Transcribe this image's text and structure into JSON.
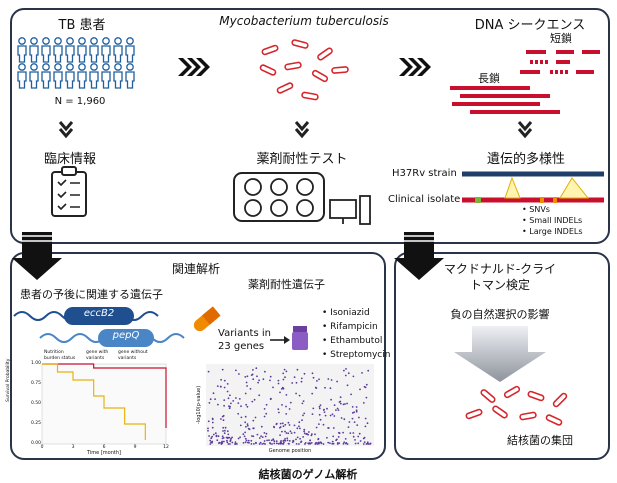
{
  "top": {
    "tb_patients": "TB 患者",
    "species": "Mycobacterium tuberculosis",
    "dna_seq": "DNA シークエンス",
    "short_reads": "短鎖",
    "long_reads": "長鎖",
    "n_count": "N = 1,960",
    "clinical_info": "臨床情報",
    "drug_test": "薬剤耐性テスト",
    "genetic_diversity": "遺伝的多様性",
    "h37rv": "H37Rv strain",
    "clinical_isolate": "Clinical isolate",
    "variants": [
      "SNVs",
      "Small INDELs",
      "Large INDELs"
    ]
  },
  "assoc": {
    "title": "関連解析",
    "prognosis_genes": "患者の予後に関連する遺伝子",
    "gene1": "eccB2",
    "gene2": "pepQ",
    "resistance_genes": "薬剤耐性遺伝子",
    "variants_in_line1": "Variants in",
    "variants_in_line2": "23 genes",
    "drugs": [
      "Isoniazid",
      "Rifampicin",
      "Ethambutol",
      "Streptomycin"
    ],
    "km_legend": [
      "Nutrition",
      "burden status",
      "gene with",
      "variants",
      "gene without",
      "variants"
    ],
    "km_ylabel": "Survival Probability",
    "km_xlabel": "Time [month]",
    "km_xticks": [
      "0",
      "3",
      "6",
      "9",
      "12"
    ],
    "km_yticks": [
      "1.00",
      "0.75",
      "0.50",
      "0.25",
      "0.00"
    ],
    "manhattan_ylabel": "-log10(p-value)",
    "manhattan_xlabel": "Genome position"
  },
  "mk": {
    "title_line1": "マクドナルド-クライ",
    "title_line2": "トマン検定",
    "negative_selection": "負の自然選択の影響",
    "population": "結核菌の集団"
  },
  "caption": "結核菌のゲノム解析",
  "colors": {
    "person": "#1f5f9f",
    "bacteria": "#d6262b",
    "reads": "#c8102e",
    "panel_border": "#2a3448",
    "h37rv": "#1f3f6b",
    "manhattan": "#5b3a9a",
    "pepq": "#4a86c5",
    "eccb2": "#1f4f8f"
  },
  "chart_data": {
    "type": "line",
    "title": "",
    "xlabel": "Time [month]",
    "ylabel": "Survival Probability",
    "xlim": [
      0,
      12
    ],
    "ylim": [
      0,
      1
    ],
    "series": [
      {
        "name": "gene with variants",
        "x": [
          0,
          5,
          5,
          12,
          12
        ],
        "y": [
          1.0,
          1.0,
          0.95,
          0.95,
          0.2
        ]
      },
      {
        "name": "",
        "x": [
          0,
          1.5,
          1.5,
          3,
          3,
          5,
          5,
          6,
          6,
          8,
          8,
          10,
          10
        ],
        "y": [
          1.0,
          1.0,
          0.9,
          0.9,
          0.8,
          0.8,
          0.6,
          0.6,
          0.45,
          0.45,
          0.25,
          0.25,
          0.05
        ]
      }
    ]
  }
}
